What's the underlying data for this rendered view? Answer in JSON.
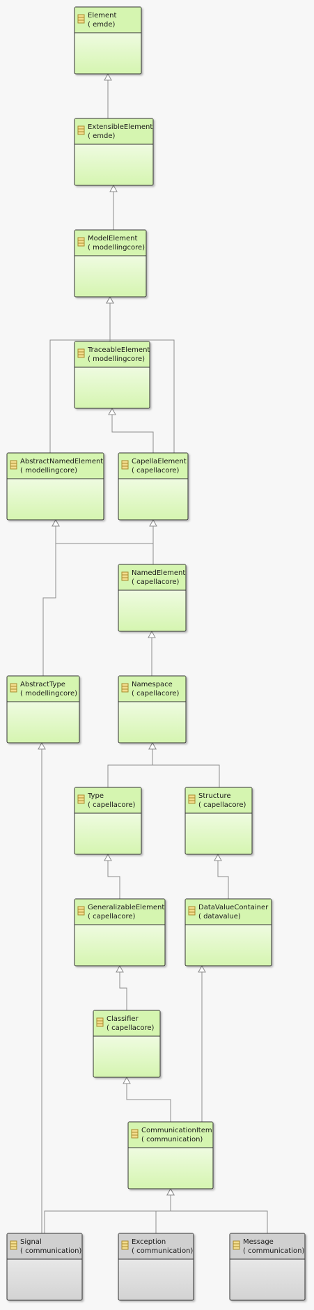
{
  "diagram": {
    "classes": [
      {
        "id": "element",
        "name": "Element",
        "package": "( emde)",
        "kind": "class"
      },
      {
        "id": "extensible-element",
        "name": "ExtensibleElement",
        "package": "( emde)",
        "kind": "class"
      },
      {
        "id": "model-element",
        "name": "ModelElement",
        "package": "( modellingcore)",
        "kind": "class"
      },
      {
        "id": "traceable-element",
        "name": "TraceableElement",
        "package": "( modellingcore)",
        "kind": "class"
      },
      {
        "id": "abstract-named-element",
        "name": "AbstractNamedElement",
        "package": "( modellingcore)",
        "kind": "class"
      },
      {
        "id": "capella-element",
        "name": "CapellaElement",
        "package": "( capellacore)",
        "kind": "class"
      },
      {
        "id": "named-element",
        "name": "NamedElement",
        "package": "( capellacore)",
        "kind": "class"
      },
      {
        "id": "abstract-type",
        "name": "AbstractType",
        "package": "( modellingcore)",
        "kind": "class"
      },
      {
        "id": "namespace",
        "name": "Namespace",
        "package": "( capellacore)",
        "kind": "class"
      },
      {
        "id": "type",
        "name": "Type",
        "package": "( capellacore)",
        "kind": "class"
      },
      {
        "id": "structure",
        "name": "Structure",
        "package": "( capellacore)",
        "kind": "class"
      },
      {
        "id": "generalizable-element",
        "name": "GeneralizableElement",
        "package": "( capellacore)",
        "kind": "class"
      },
      {
        "id": "data-value-container",
        "name": "DataValueContainer",
        "package": "( datavalue)",
        "kind": "class"
      },
      {
        "id": "classifier",
        "name": "Classifier",
        "package": "( capellacore)",
        "kind": "class"
      },
      {
        "id": "communication-item",
        "name": "CommunicationItem",
        "package": "( communication)",
        "kind": "class"
      },
      {
        "id": "signal",
        "name": "Signal",
        "package": "( communication)",
        "kind": "leaf"
      },
      {
        "id": "exception",
        "name": "Exception",
        "package": "( communication)",
        "kind": "leaf"
      },
      {
        "id": "message",
        "name": "Message",
        "package": "( communication)",
        "kind": "leaf"
      }
    ],
    "generalizations": [
      {
        "child": "extensible-element",
        "parent": "element"
      },
      {
        "child": "model-element",
        "parent": "extensible-element"
      },
      {
        "child": "traceable-element",
        "parent": "model-element"
      },
      {
        "child": "abstract-named-element",
        "parent": "model-element"
      },
      {
        "child": "capella-element",
        "parent": "model-element"
      },
      {
        "child": "capella-element",
        "parent": "traceable-element"
      },
      {
        "child": "named-element",
        "parent": "abstract-named-element"
      },
      {
        "child": "named-element",
        "parent": "capella-element"
      },
      {
        "child": "abstract-type",
        "parent": "abstract-named-element"
      },
      {
        "child": "namespace",
        "parent": "named-element"
      },
      {
        "child": "type",
        "parent": "namespace"
      },
      {
        "child": "structure",
        "parent": "namespace"
      },
      {
        "child": "generalizable-element",
        "parent": "type"
      },
      {
        "child": "data-value-container",
        "parent": "structure"
      },
      {
        "child": "classifier",
        "parent": "generalizable-element"
      },
      {
        "child": "communication-item",
        "parent": "classifier"
      },
      {
        "child": "communication-item",
        "parent": "data-value-container"
      },
      {
        "child": "signal",
        "parent": "communication-item"
      },
      {
        "child": "exception",
        "parent": "communication-item"
      },
      {
        "child": "message",
        "parent": "communication-item"
      },
      {
        "child": "signal",
        "parent": "abstract-type"
      }
    ],
    "colors": {
      "class_fill_top": "#ffffff",
      "class_fill_bottom": "#d5f5b0",
      "leaf_fill_top": "#f2f2f2",
      "leaf_fill_bottom": "#d3d3d3",
      "class_header_fill": "#d5f5b0",
      "leaf_header_fill": "#d0d0d0",
      "border": "#333333",
      "connector": "#8c8c8c",
      "icon_fill": "#f3dd8e",
      "icon_stroke": "#a88a2e"
    }
  }
}
